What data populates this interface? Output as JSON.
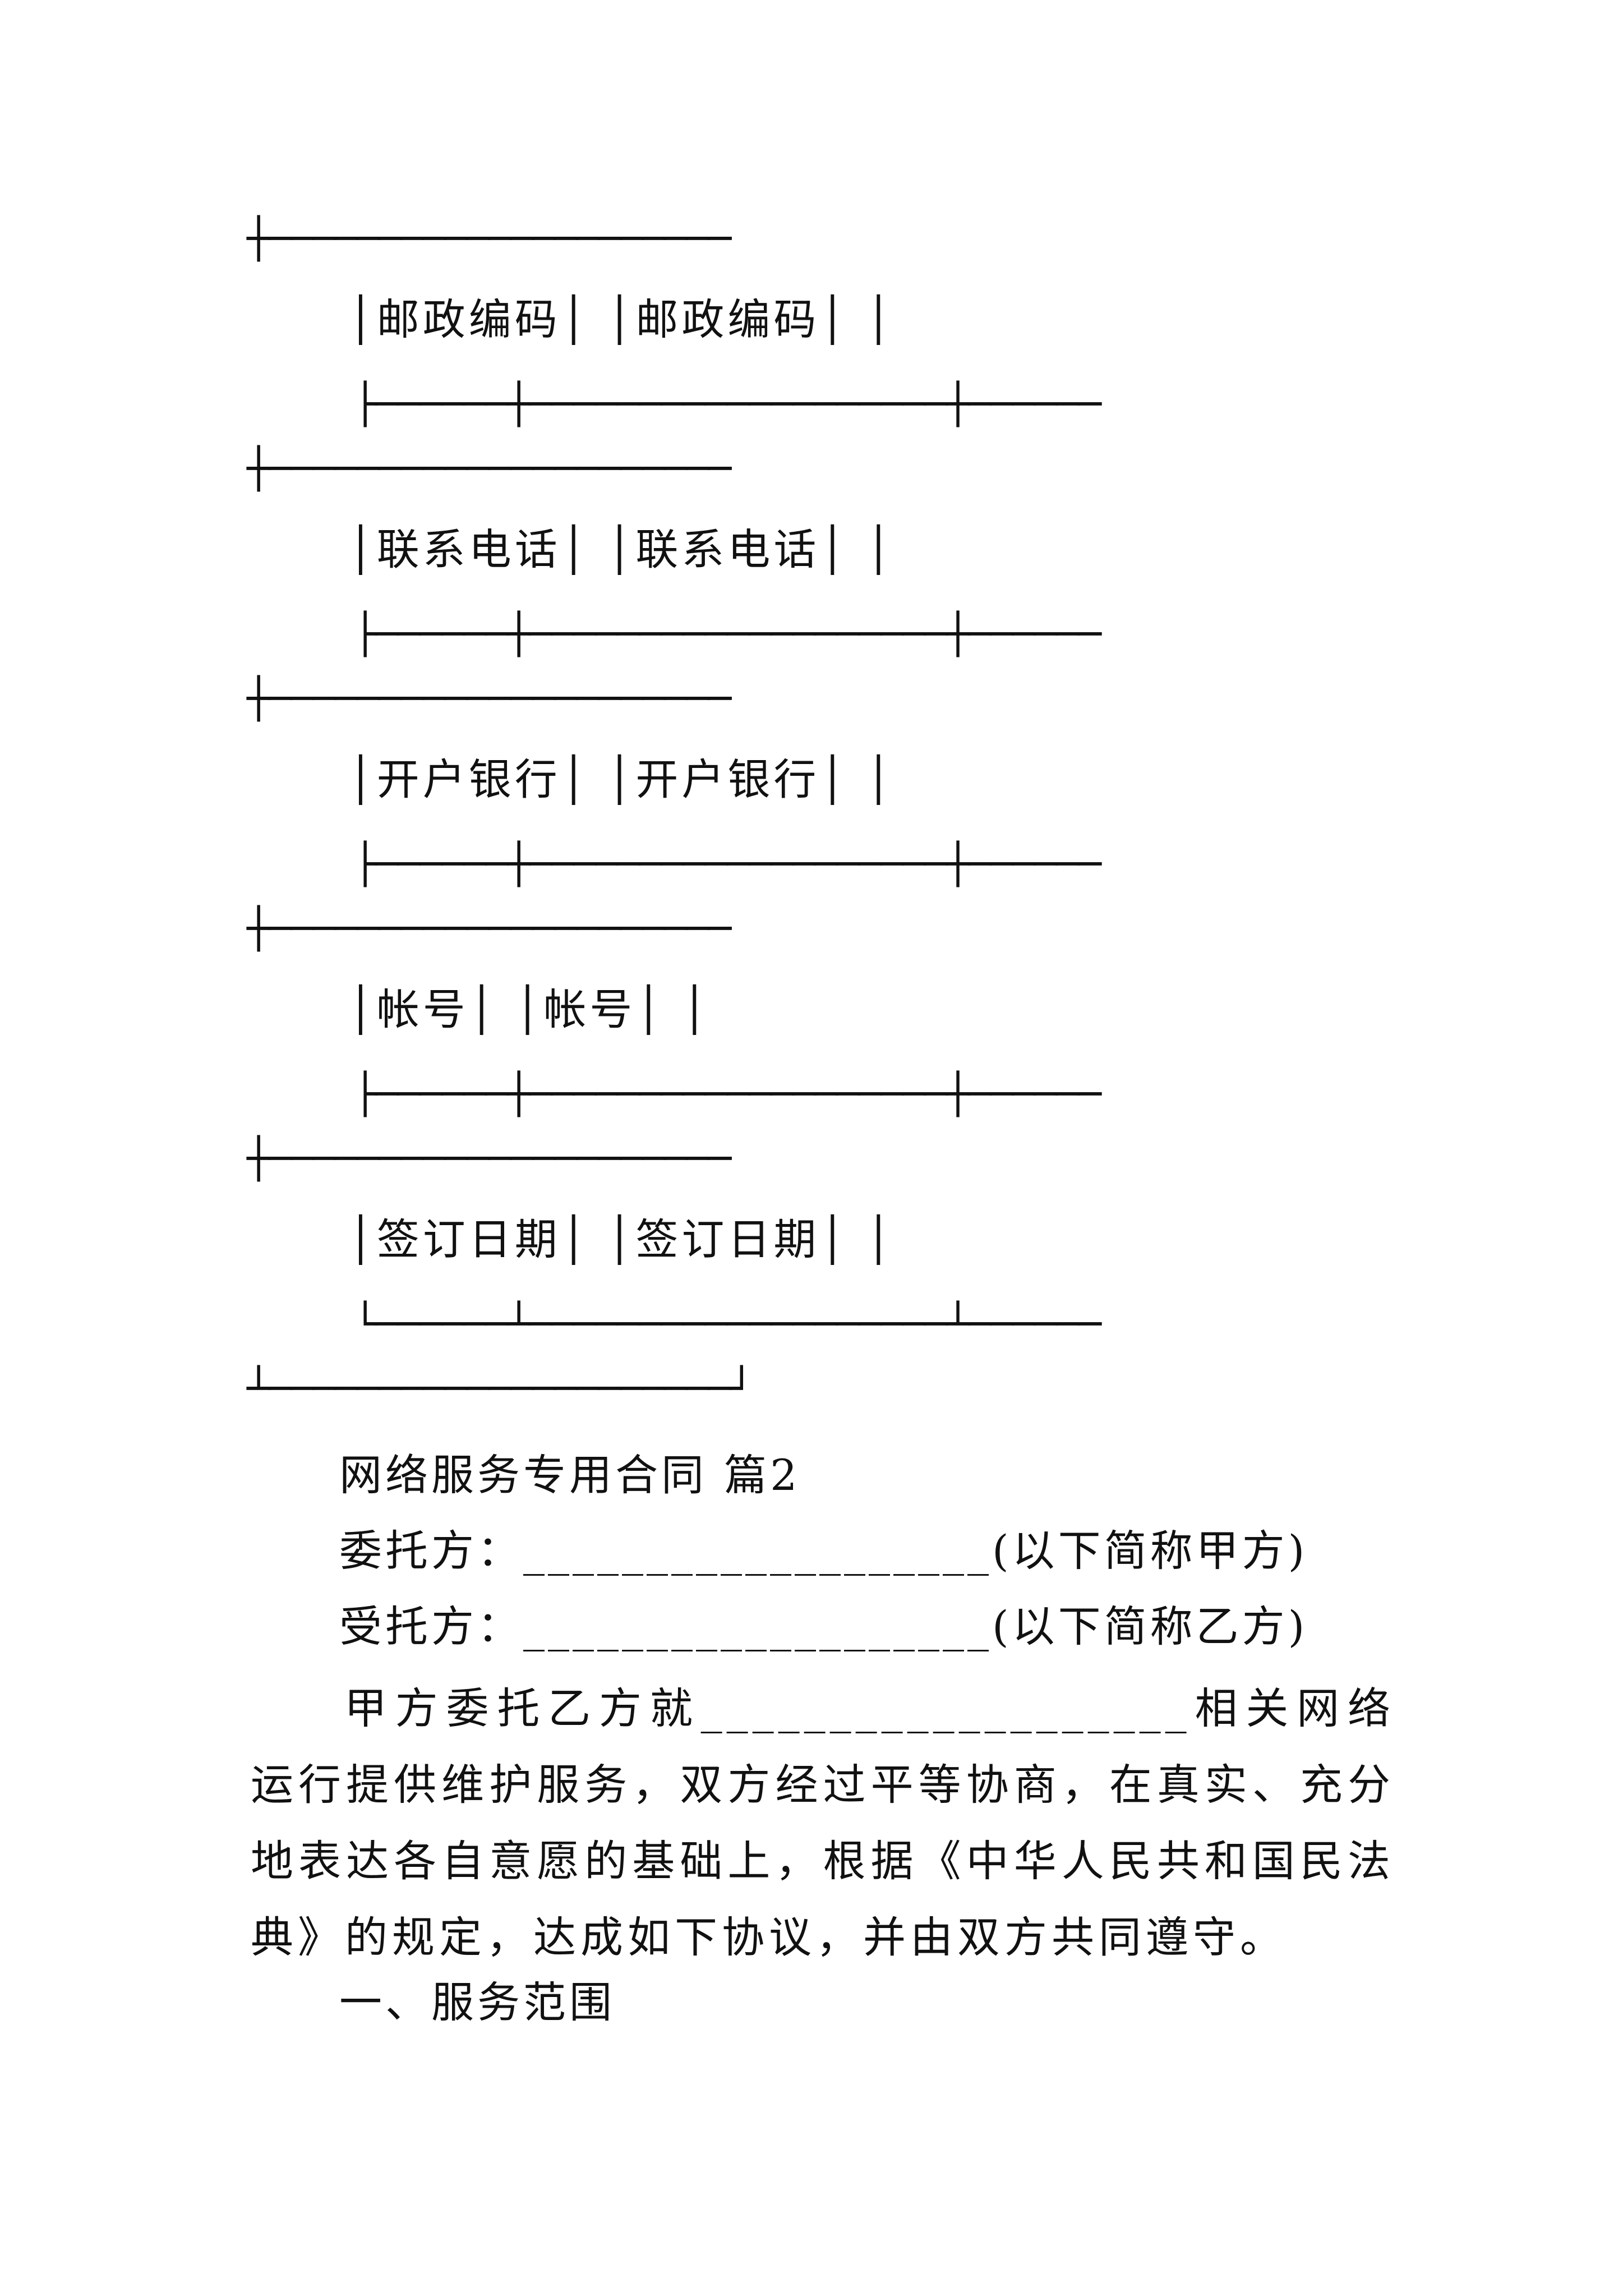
{
  "table_rules": [
    {
      "top_rule": "┼─────────────────────",
      "label_row": "│邮政编码│ │邮政编码│ │",
      "bottom_rule": "├──────┼───────────────────┼──────"
    },
    {
      "top_rule": "┼─────────────────────",
      "label_row": "│联系电话│ │联系电话│ │",
      "bottom_rule": "├──────┼───────────────────┼──────"
    },
    {
      "top_rule": "┼─────────────────────",
      "label_row": "│开户银行│ │开户银行│ │",
      "bottom_rule": "├──────┼───────────────────┼──────"
    },
    {
      "top_rule": "┼─────────────────────",
      "label_row": "│帐号│ │帐号│ │",
      "bottom_rule": "├──────┼───────────────────┼──────"
    },
    {
      "top_rule": "┼─────────────────────",
      "label_row": "│签订日期│ │签订日期│ │",
      "bottom_rule": "└──────┴───────────────────┴──────"
    }
  ],
  "closing_rule": "┴─────────────────────┘",
  "section_title": "网络服务专用合同 篇2",
  "party_a": "委托方：___________________(以下简称甲方)",
  "party_b": "受托方：___________________(以下简称乙方)",
  "body_paragraph": "甲方委托乙方就___________________相关网络运行提供维护服务，双方经过平等协商，在真实、充分地表达各自意愿的基础上，根据《中华人民共和国民法典》的规定，达成如下协议，并由双方共同遵守。",
  "heading_one": "一、服务范围"
}
